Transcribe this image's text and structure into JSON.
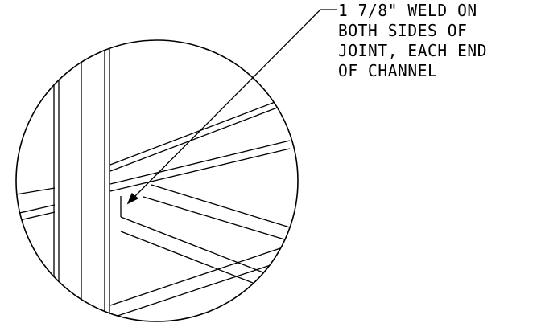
{
  "callout_note": {
    "lines": [
      "1 7/8\" WELD ON",
      "BOTH SIDES OF",
      "JOINT, EACH END",
      "OF CHANNEL"
    ]
  },
  "colors": {
    "ink": "#000000",
    "background": "#ffffff"
  }
}
